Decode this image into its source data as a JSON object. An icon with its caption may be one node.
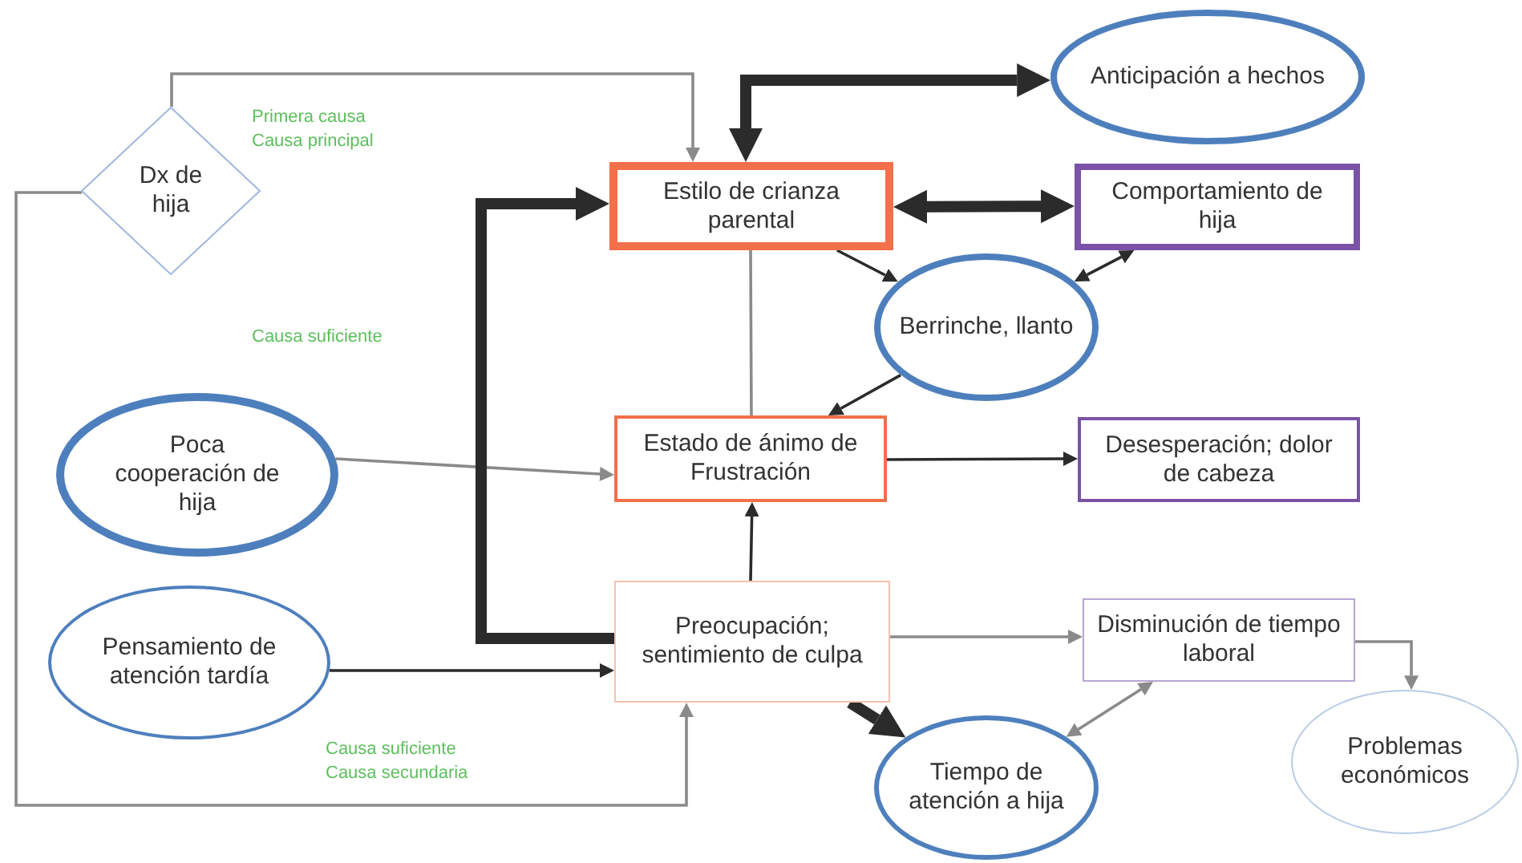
{
  "diagram": {
    "nodes": [
      {
        "text": [
          "Dx de hija"
        ]
      },
      {
        "text": [
          "Anticipación a hechos"
        ]
      },
      {
        "text": [
          "Estilo de crianza parental"
        ]
      },
      {
        "text": [
          "Comportamiento de hija"
        ]
      },
      {
        "text": [
          "Berrinche, llanto"
        ]
      },
      {
        "text": [
          "Poca cooperación de hija"
        ]
      },
      {
        "text": [
          "Estado de ánimo de Frustración"
        ]
      },
      {
        "text": [
          "Desesperación; dolor de cabeza"
        ]
      },
      {
        "text": [
          "Pensamiento de atención tardía"
        ]
      },
      {
        "text": [
          "Preocupación; sentimiento de culpa"
        ]
      },
      {
        "text": [
          "Disminución de tiempo laboral"
        ]
      },
      {
        "text": [
          "Tiempo de atención a hija"
        ]
      },
      {
        "text": [
          "Problemas económicos"
        ]
      }
    ],
    "edges": [
      {
        "from": 0,
        "to": 2,
        "arrow": "to",
        "color": "#8a8a8a"
      },
      {
        "from": 0,
        "to": 9,
        "arrow": "to",
        "color": "#8a8a8a"
      },
      {
        "from": 2,
        "to": 1,
        "arrow": "both",
        "style": "thick"
      },
      {
        "from": 2,
        "to": 3,
        "arrow": "both",
        "style": "thick"
      },
      {
        "from": 2,
        "to": 4,
        "arrow": "to"
      },
      {
        "from": 4,
        "to": 6,
        "arrow": "to"
      },
      {
        "from": 4,
        "to": 3,
        "arrow": "both"
      },
      {
        "from": 2,
        "to": 6,
        "arrow": "none",
        "color": "#8a8a8a"
      },
      {
        "from": 5,
        "to": 6,
        "arrow": "to",
        "color": "#8a8a8a"
      },
      {
        "from": 6,
        "to": 7,
        "arrow": "to"
      },
      {
        "from": 9,
        "to": 2,
        "arrow": "to",
        "style": "thick"
      },
      {
        "from": 8,
        "to": 9,
        "arrow": "to"
      },
      {
        "from": 9,
        "to": 6,
        "arrow": "to"
      },
      {
        "from": 9,
        "to": 10,
        "arrow": "to",
        "color": "#8a8a8a"
      },
      {
        "from": 9,
        "to": 11,
        "arrow": "to",
        "style": "thick"
      },
      {
        "from": 11,
        "to": 10,
        "arrow": "both",
        "color": "#8a8a8a"
      },
      {
        "from": 10,
        "to": 12,
        "arrow": "to",
        "color": "#8a8a8a"
      }
    ],
    "labels": [
      "Primera causa",
      "Causa principal",
      "Causa suficiente",
      "Causa suficiente",
      "Causa secundaria"
    ]
  }
}
